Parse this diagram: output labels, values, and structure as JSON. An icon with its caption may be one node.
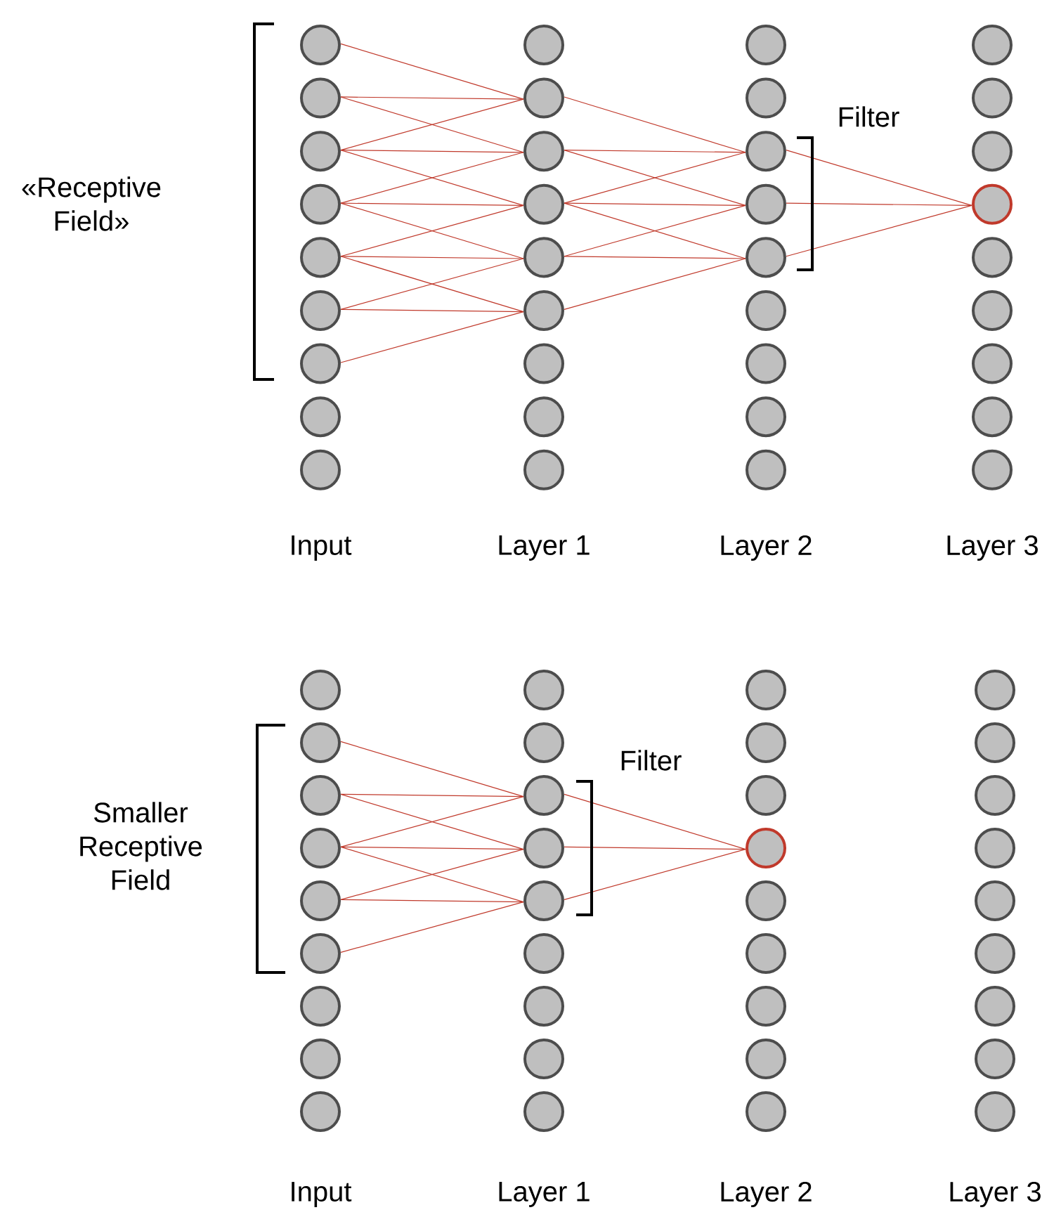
{
  "diagram": {
    "nodes": [
      {
        "text": [],
        "shape": "circle"
      },
      {
        "text": [],
        "shape": "circle"
      },
      {
        "text": [],
        "shape": "circle"
      },
      {
        "text": [],
        "shape": "circle"
      },
      {
        "text": [],
        "shape": "circle"
      },
      {
        "text": [],
        "shape": "circle"
      },
      {
        "text": [],
        "shape": "circle"
      },
      {
        "text": [],
        "shape": "circle"
      },
      {
        "text": [],
        "shape": "circle"
      },
      {
        "text": [],
        "shape": "circle"
      },
      {
        "text": [],
        "shape": "circle"
      },
      {
        "text": [],
        "shape": "circle"
      },
      {
        "text": [],
        "shape": "circle"
      },
      {
        "text": [],
        "shape": "circle"
      },
      {
        "text": [],
        "shape": "circle"
      },
      {
        "text": [],
        "shape": "circle"
      },
      {
        "text": [],
        "shape": "circle"
      },
      {
        "text": [],
        "shape": "circle"
      },
      {
        "text": [],
        "shape": "circle"
      },
      {
        "text": [],
        "shape": "circle"
      },
      {
        "text": [],
        "shape": "circle"
      },
      {
        "text": [],
        "shape": "circle"
      },
      {
        "text": [],
        "shape": "circle"
      },
      {
        "text": [],
        "shape": "circle"
      },
      {
        "text": [],
        "shape": "circle"
      },
      {
        "text": [],
        "shape": "circle"
      },
      {
        "text": [],
        "shape": "circle"
      },
      {
        "text": [],
        "shape": "circle"
      },
      {
        "text": [],
        "shape": "circle"
      },
      {
        "text": [],
        "shape": "circle"
      },
      {
        "text": [],
        "shape": "circle"
      },
      {
        "text": [],
        "shape": "circle"
      },
      {
        "text": [],
        "shape": "circle"
      },
      {
        "text": [],
        "shape": "circle"
      },
      {
        "text": [],
        "shape": "circle"
      },
      {
        "text": [],
        "shape": "circle"
      },
      {
        "text": [],
        "shape": "circle"
      },
      {
        "text": [],
        "shape": "circle"
      },
      {
        "text": [],
        "shape": "circle"
      },
      {
        "text": [],
        "shape": "circle"
      },
      {
        "text": [],
        "shape": "circle"
      },
      {
        "text": [],
        "shape": "circle"
      },
      {
        "text": [],
        "shape": "circle"
      },
      {
        "text": [],
        "shape": "circle"
      },
      {
        "text": [],
        "shape": "circle"
      },
      {
        "text": [],
        "shape": "circle"
      },
      {
        "text": [],
        "shape": "circle"
      },
      {
        "text": [],
        "shape": "circle"
      },
      {
        "text": [],
        "shape": "circle"
      },
      {
        "text": [],
        "shape": "circle"
      },
      {
        "text": [],
        "shape": "circle"
      },
      {
        "text": [],
        "shape": "circle"
      },
      {
        "text": [],
        "shape": "circle"
      },
      {
        "text": [],
        "shape": "circle"
      },
      {
        "text": [],
        "shape": "circle"
      },
      {
        "text": [],
        "shape": "circle"
      },
      {
        "text": [],
        "shape": "circle"
      },
      {
        "text": [],
        "shape": "circle"
      },
      {
        "text": [],
        "shape": "circle"
      },
      {
        "text": [],
        "shape": "circle"
      },
      {
        "text": [],
        "shape": "circle"
      },
      {
        "text": [],
        "shape": "circle"
      },
      {
        "text": [],
        "shape": "circle"
      },
      {
        "text": [],
        "shape": "circle"
      },
      {
        "text": [],
        "shape": "circle"
      },
      {
        "text": [],
        "shape": "circle"
      },
      {
        "text": [],
        "shape": "circle"
      },
      {
        "text": [],
        "shape": "circle"
      },
      {
        "text": [],
        "shape": "circle"
      },
      {
        "text": [],
        "shape": "circle"
      },
      {
        "text": [],
        "shape": "circle"
      },
      {
        "text": [],
        "shape": "circle"
      }
    ],
    "edges": [
      {
        "from": 0,
        "to": 10,
        "arrow": "none"
      },
      {
        "from": 1,
        "to": 10,
        "arrow": "none"
      },
      {
        "from": 2,
        "to": 10,
        "arrow": "none"
      },
      {
        "from": 1,
        "to": 11,
        "arrow": "none"
      },
      {
        "from": 2,
        "to": 11,
        "arrow": "none"
      },
      {
        "from": 3,
        "to": 11,
        "arrow": "none"
      },
      {
        "from": 2,
        "to": 12,
        "arrow": "none"
      },
      {
        "from": 3,
        "to": 12,
        "arrow": "none"
      },
      {
        "from": 4,
        "to": 12,
        "arrow": "none"
      },
      {
        "from": 3,
        "to": 13,
        "arrow": "none"
      },
      {
        "from": 4,
        "to": 13,
        "arrow": "none"
      },
      {
        "from": 5,
        "to": 13,
        "arrow": "none"
      },
      {
        "from": 4,
        "to": 14,
        "arrow": "none"
      },
      {
        "from": 5,
        "to": 14,
        "arrow": "none"
      },
      {
        "from": 6,
        "to": 14,
        "arrow": "none"
      },
      {
        "from": 10,
        "to": 20,
        "arrow": "none"
      },
      {
        "from": 11,
        "to": 20,
        "arrow": "none"
      },
      {
        "from": 12,
        "to": 20,
        "arrow": "none"
      },
      {
        "from": 11,
        "to": 21,
        "arrow": "none"
      },
      {
        "from": 12,
        "to": 21,
        "arrow": "none"
      },
      {
        "from": 13,
        "to": 21,
        "arrow": "none"
      },
      {
        "from": 12,
        "to": 22,
        "arrow": "none"
      },
      {
        "from": 13,
        "to": 22,
        "arrow": "none"
      },
      {
        "from": 14,
        "to": 22,
        "arrow": "none"
      },
      {
        "from": 20,
        "to": 30,
        "arrow": "none"
      },
      {
        "from": 21,
        "to": 30,
        "arrow": "none"
      },
      {
        "from": 22,
        "to": 30,
        "arrow": "none"
      },
      {
        "from": 37,
        "to": 47,
        "arrow": "none"
      },
      {
        "from": 38,
        "to": 47,
        "arrow": "none"
      },
      {
        "from": 39,
        "to": 47,
        "arrow": "none"
      },
      {
        "from": 38,
        "to": 48,
        "arrow": "none"
      },
      {
        "from": 39,
        "to": 48,
        "arrow": "none"
      },
      {
        "from": 40,
        "to": 48,
        "arrow": "none"
      },
      {
        "from": 39,
        "to": 49,
        "arrow": "none"
      },
      {
        "from": 40,
        "to": 49,
        "arrow": "none"
      },
      {
        "from": 41,
        "to": 49,
        "arrow": "none"
      },
      {
        "from": 47,
        "to": 57,
        "arrow": "none"
      },
      {
        "from": 48,
        "to": 57,
        "arrow": "none"
      },
      {
        "from": 49,
        "to": 57,
        "arrow": "none"
      }
    ],
    "labels": [
      "«Receptive Field»",
      "Filter",
      "Input",
      "Layer 1",
      "Layer 2",
      "Layer 3",
      "Filter",
      "Smaller Receptive Field",
      "Input",
      "Layer 1",
      "Layer 2",
      "Layer 3"
    ]
  }
}
